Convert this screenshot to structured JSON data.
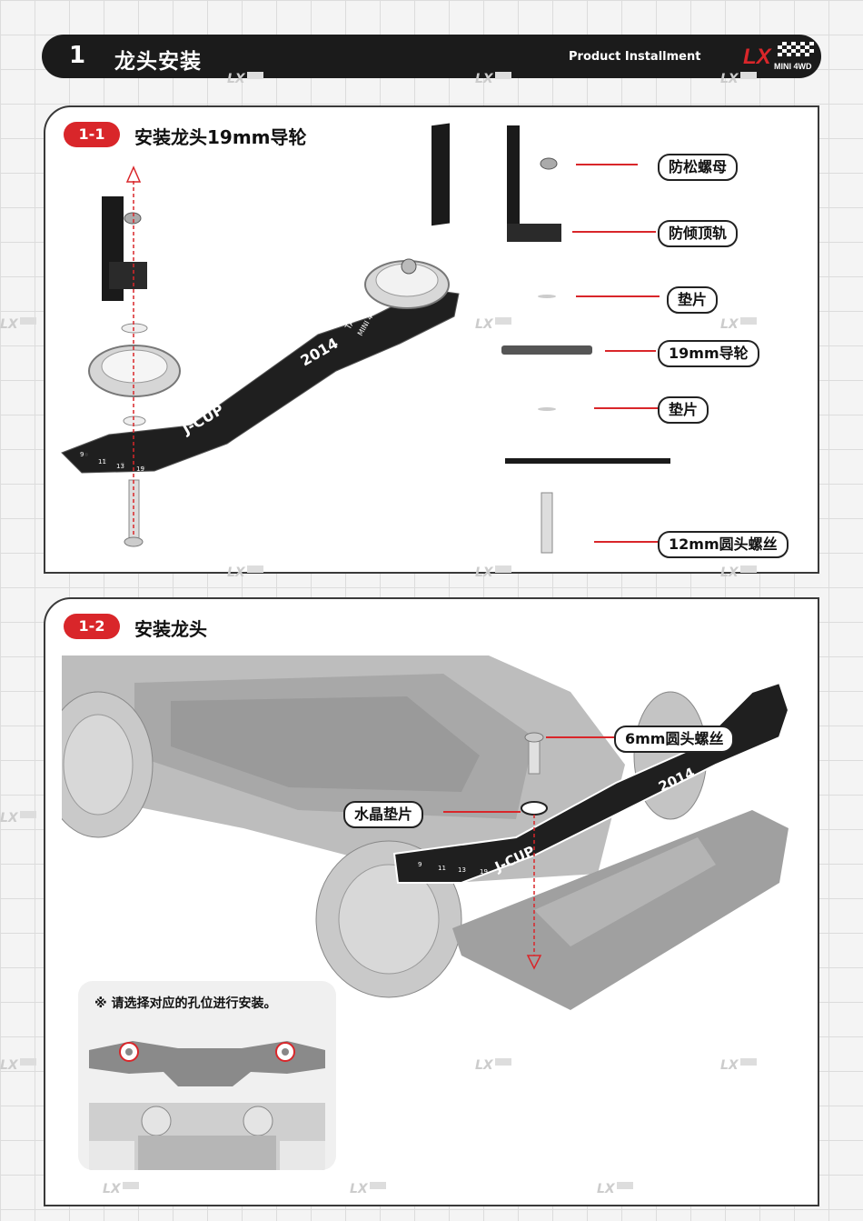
{
  "header": {
    "number": "1",
    "title": "龙头安装",
    "subtitle": "Product Installment",
    "logo_text": "LX",
    "logo_sub": "MINI 4WD"
  },
  "step1": {
    "badge": "1-1",
    "title": "安装龙头19mm导轮",
    "parts": [
      {
        "label": "防松螺母"
      },
      {
        "label": "防倾顶轨"
      },
      {
        "label": "垫片"
      },
      {
        "label": "19mm导轮"
      },
      {
        "label": "垫片"
      },
      {
        "label": "12mm圆头螺丝"
      }
    ],
    "plate_text": {
      "brand": "J-CUP",
      "year": "2014",
      "maker": "TAMIYA",
      "maker_sub": "MINI 4WD",
      "holes": [
        "9",
        "11",
        "13",
        "19"
      ]
    }
  },
  "step2": {
    "badge": "1-2",
    "title": "安装龙头",
    "labels": {
      "screw": "6mm圆头螺丝",
      "spacer": "水晶垫片"
    },
    "note": "※ 请选择对应的孔位进行安装。",
    "plate_text": {
      "brand": "J-CUP",
      "year": "2014",
      "holes": [
        "9",
        "11",
        "13",
        "19"
      ]
    }
  },
  "colors": {
    "accent": "#d9262a",
    "dark": "#1b1b1b",
    "chassis": "#b8b8b8"
  },
  "icons": {
    "logo": "lx-mini4wd-logo",
    "watermark": "lx-watermark-logo"
  }
}
